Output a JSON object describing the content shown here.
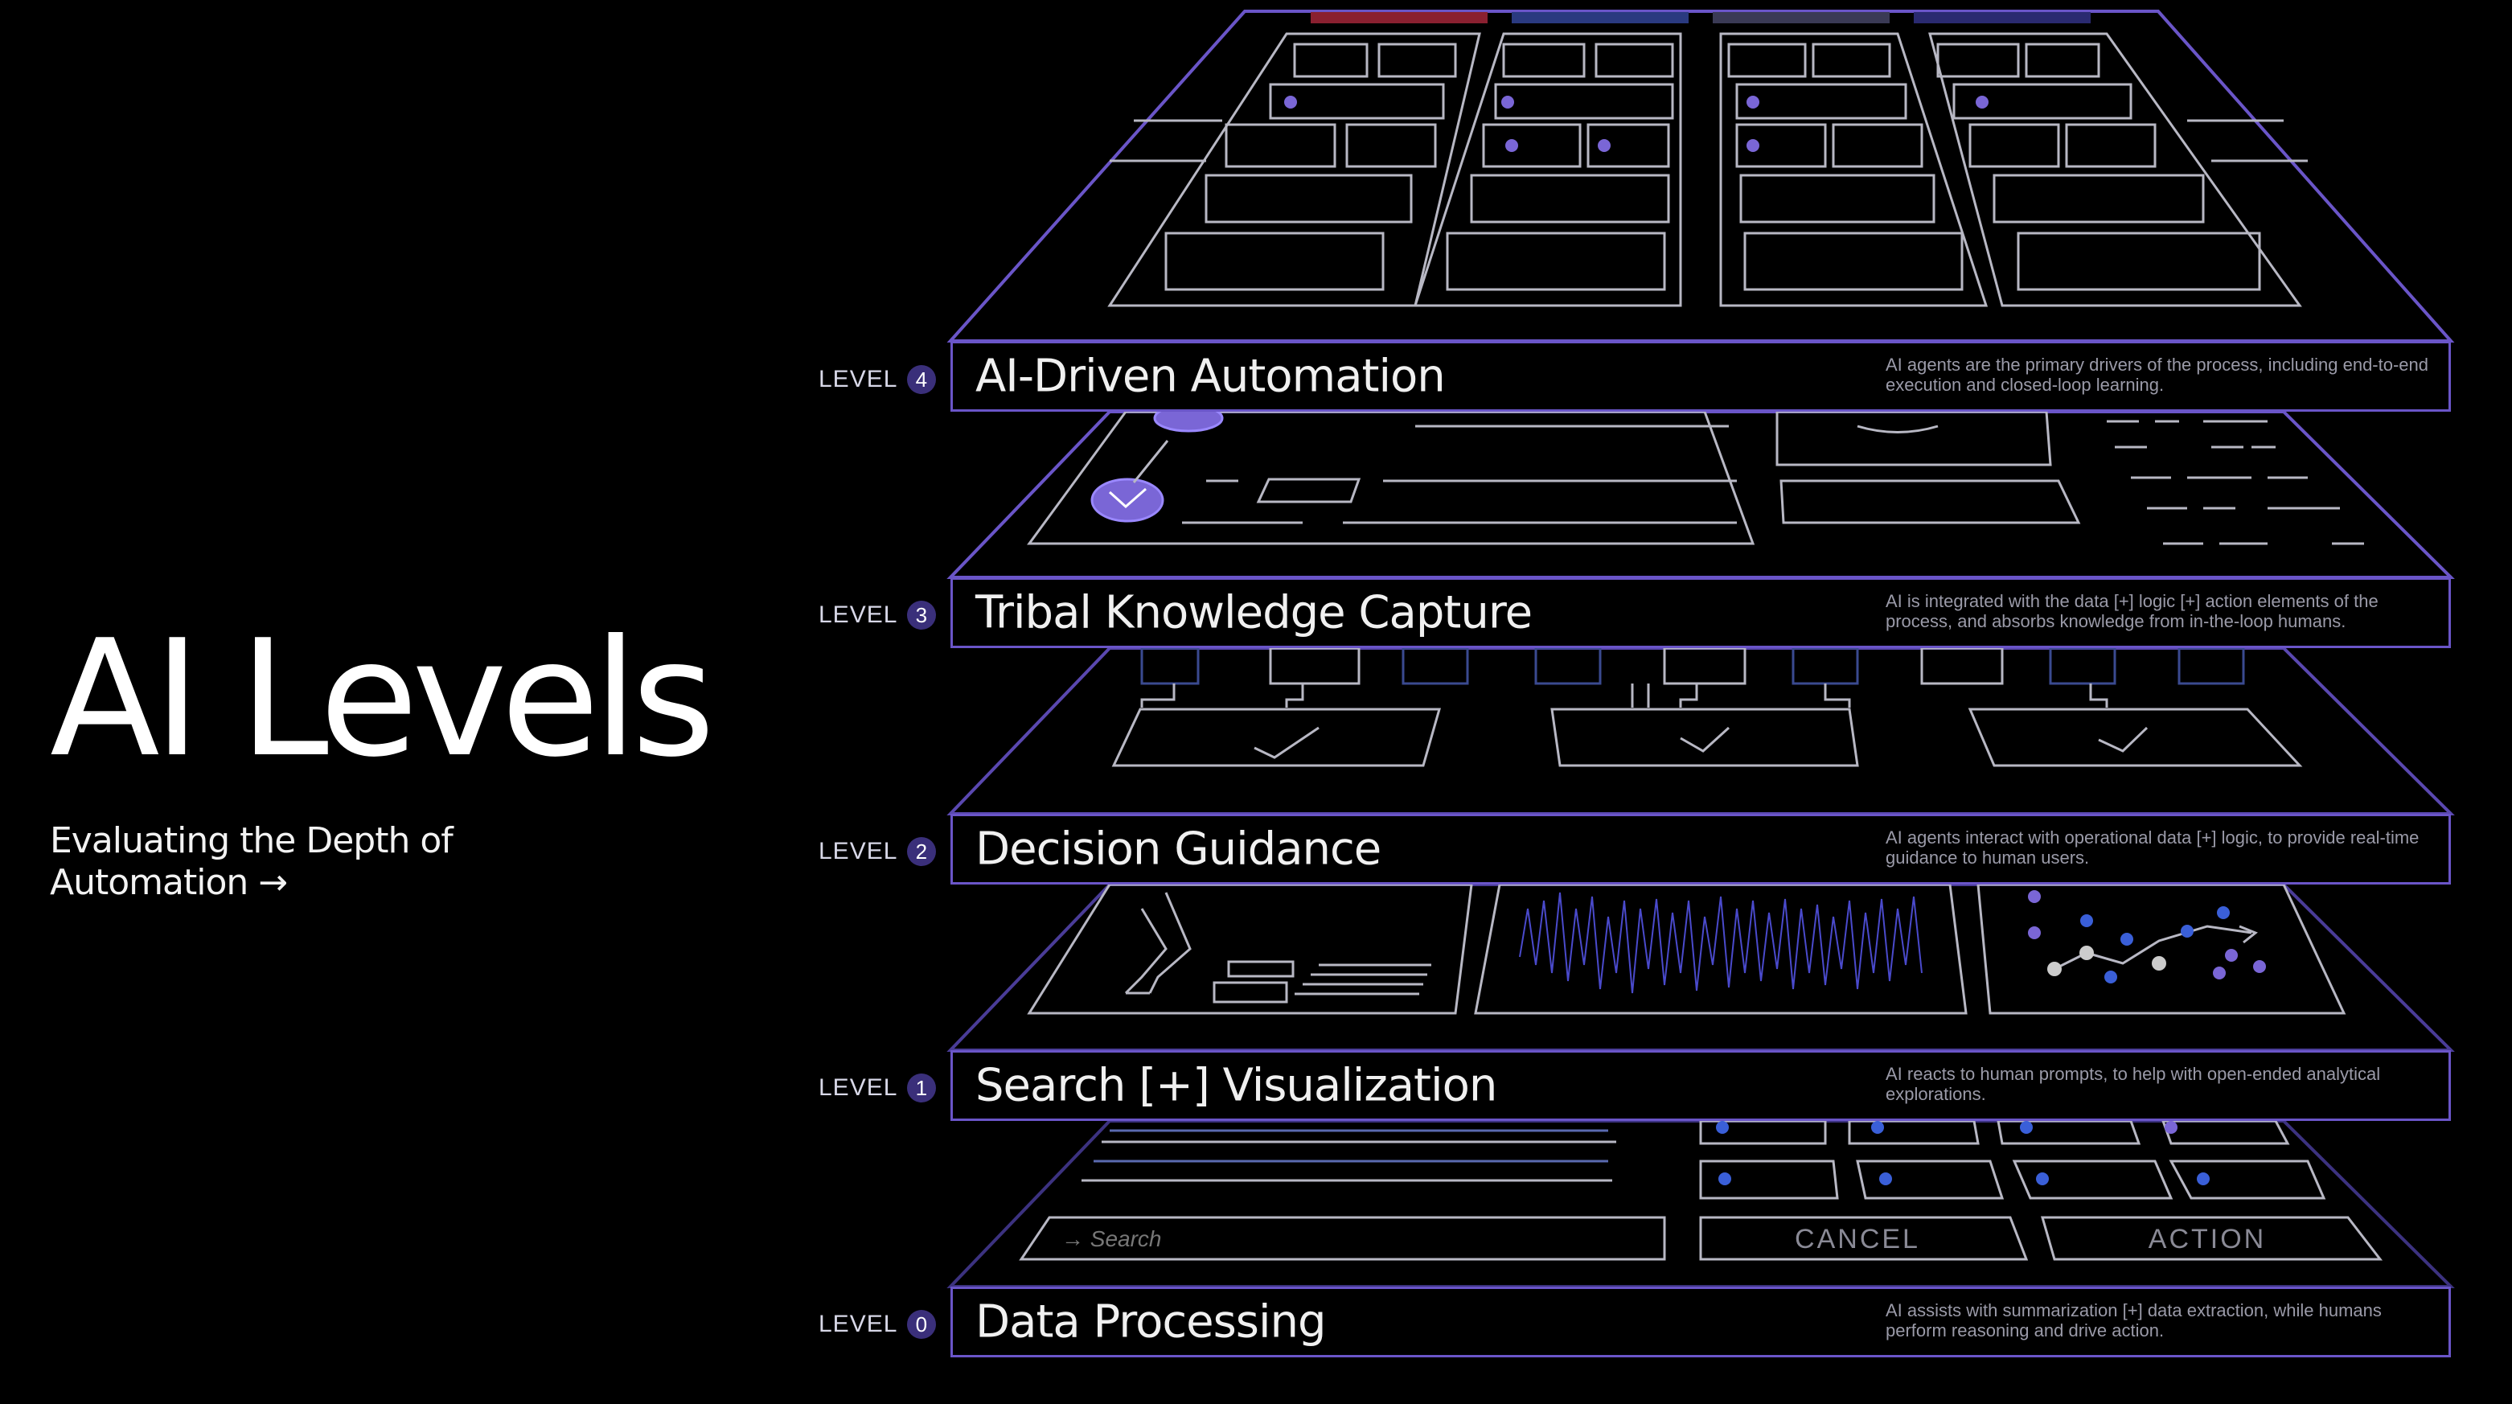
{
  "page": {
    "title": "AI Levels",
    "subtitle_line1": "Evaluating the Depth of",
    "subtitle_line2": "Automation →"
  },
  "levels": [
    {
      "label": "LEVEL",
      "number": "4",
      "name": "AI-Driven Automation",
      "description": "AI agents are the primary drivers of the process, including end-to-end execution and closed-loop learning."
    },
    {
      "label": "LEVEL",
      "number": "3",
      "name": "Tribal Knowledge Capture",
      "description": "AI is integrated with the data [+] logic [+] action elements of the process, and absorbs knowledge from in-the-loop humans."
    },
    {
      "label": "LEVEL",
      "number": "2",
      "name": "Decision Guidance",
      "description": "AI agents interact with operational data [+] logic, to provide real-time guidance to human users."
    },
    {
      "label": "LEVEL",
      "number": "1",
      "name": "Search [+] Visualization",
      "description": "AI reacts to human prompts, to help with open-ended analytical explorations."
    },
    {
      "label": "LEVEL",
      "number": "0",
      "name": "Data Processing",
      "description": "AI assists with summarization [+] data extraction, while humans perform reasoning and drive action."
    }
  ],
  "level0_ui": {
    "search_placeholder": "→ Search",
    "cancel_label": "CANCEL",
    "action_label": "ACTION"
  },
  "colors": {
    "background": "#000000",
    "accent_purple": "#6a55c8",
    "dot_blue": "#3a5fd8",
    "dot_purple": "#7a66d6",
    "line_gray": "#bdbdc6"
  }
}
